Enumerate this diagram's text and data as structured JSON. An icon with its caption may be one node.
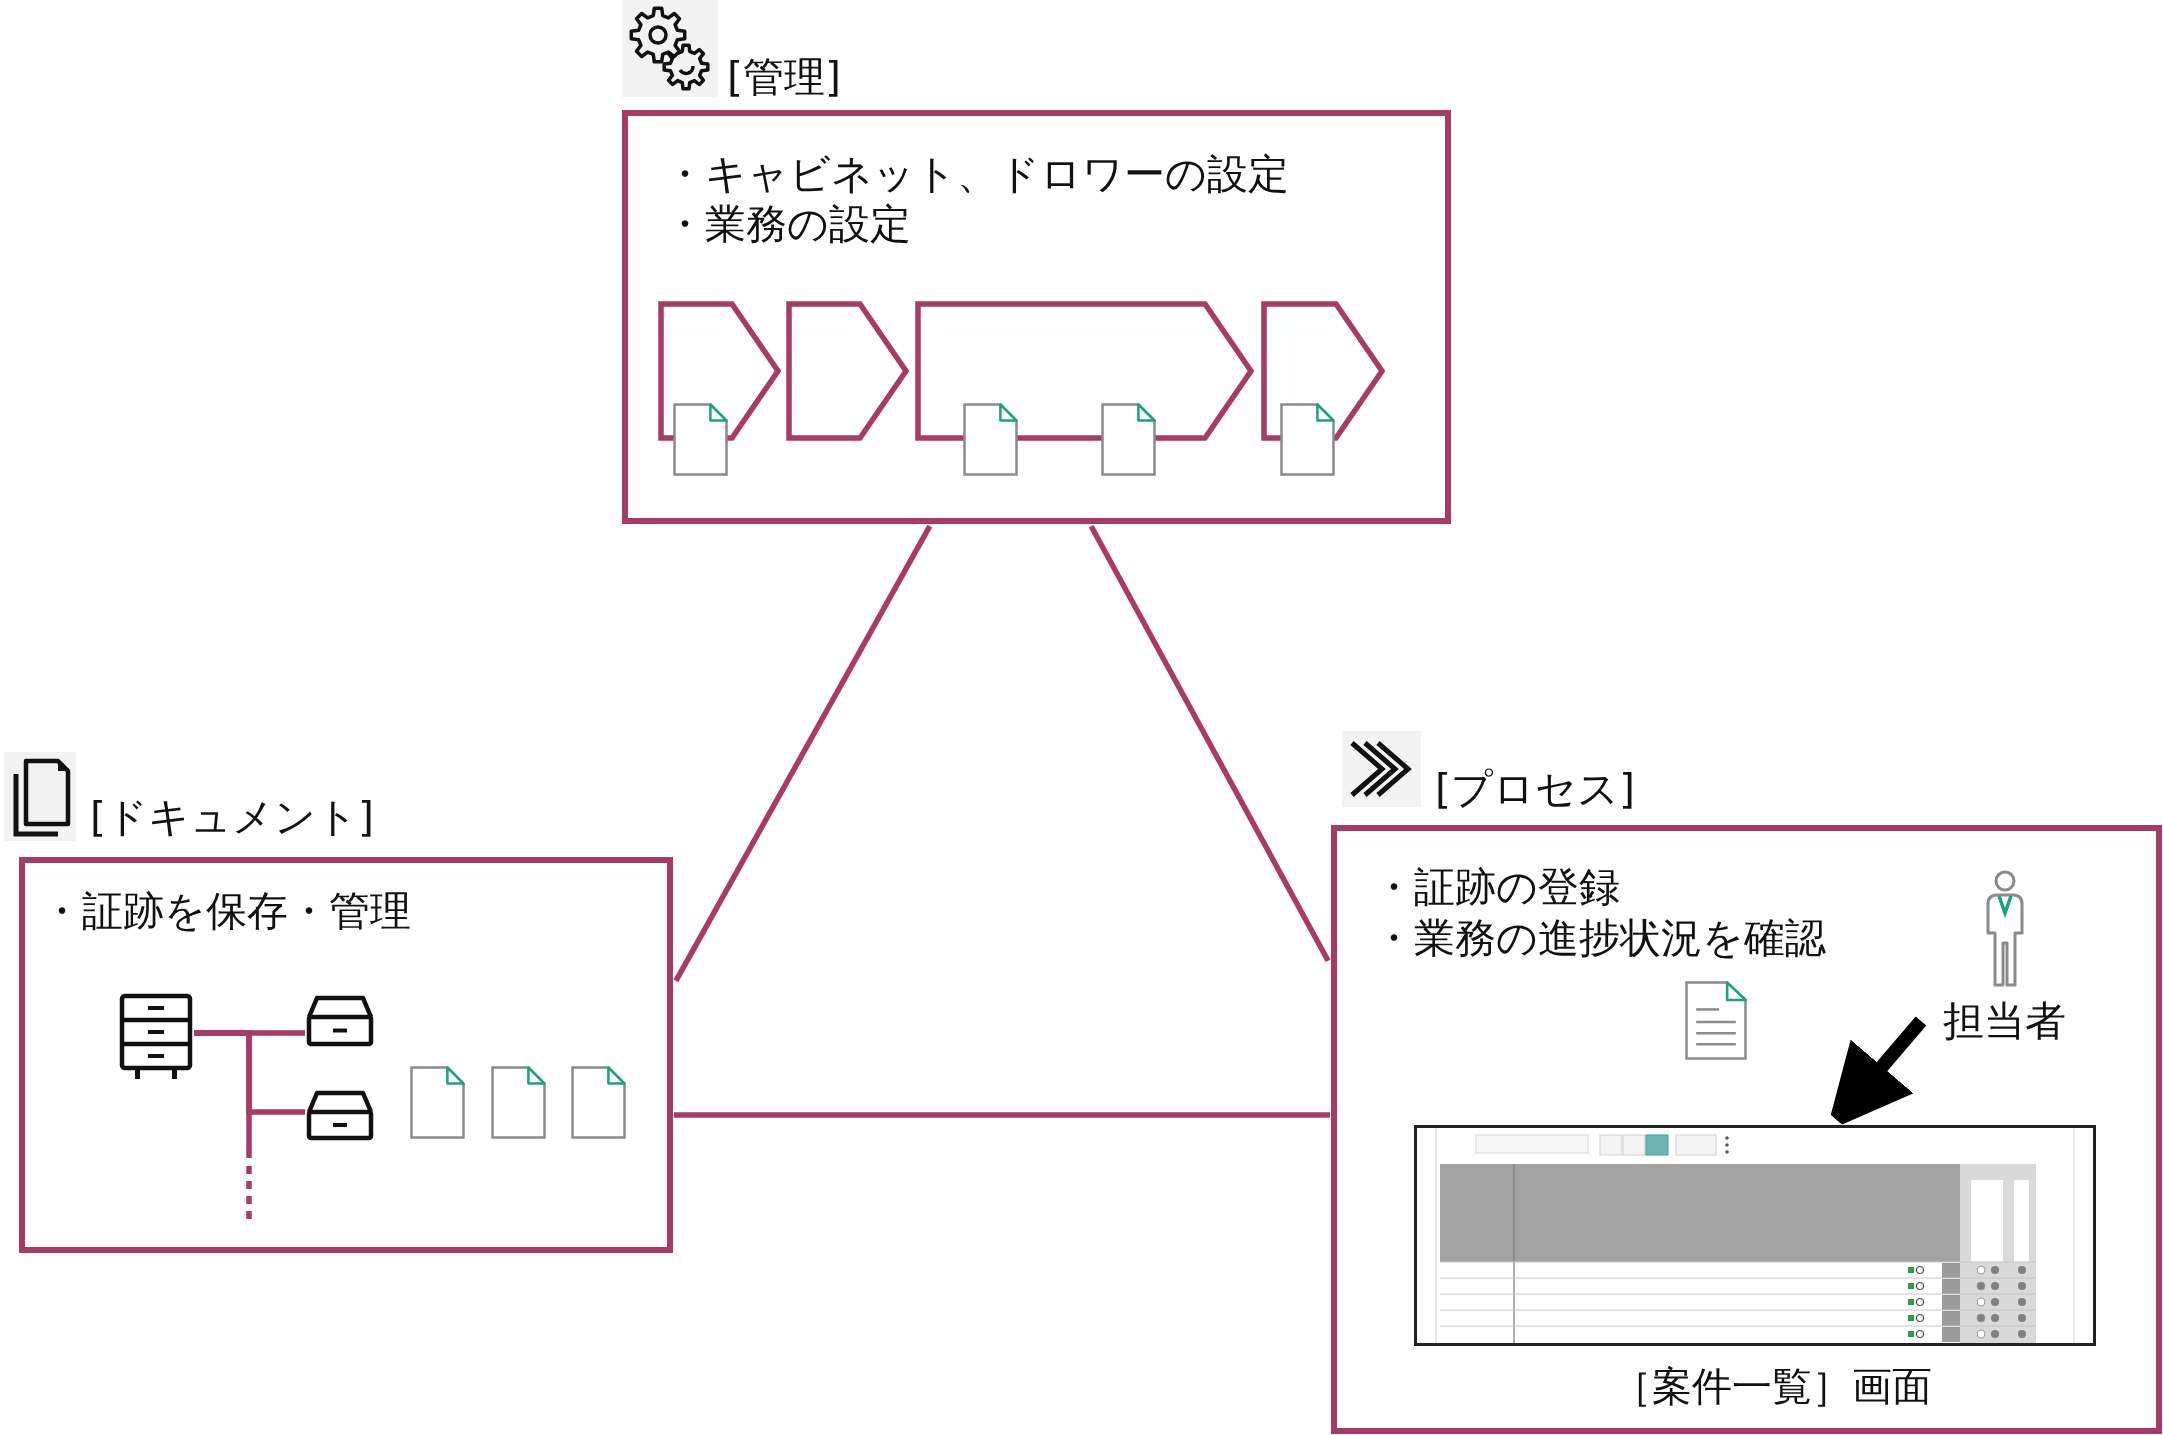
{
  "diagram": {
    "nodes": [
      {
        "text": [
          "[管理]",
          "・キャビネット、ドロワーの設定",
          "・業務の設定"
        ]
      },
      {
        "text": [],
        "shape": "chevron",
        "in": 0
      },
      {
        "text": [],
        "shape": "chevron",
        "in": 0
      },
      {
        "text": [],
        "shape": "chevron",
        "in": 0
      },
      {
        "text": [],
        "shape": "chevron",
        "in": 0
      },
      {
        "text": [
          "[ドキュメント]",
          "・証跡を保存・管理"
        ]
      },
      {
        "text": [],
        "shape": "picture",
        "in": 5
      },
      {
        "text": [],
        "shape": "picture",
        "in": 5
      },
      {
        "text": [],
        "shape": "picture",
        "in": 5
      },
      {
        "text": [
          "[プロセス]",
          "・証跡の登録",
          "・業務の進捗状況を確認"
        ]
      },
      {
        "text": [
          "担当者"
        ],
        "in": 9
      },
      {
        "text": [],
        "shape": "picture",
        "in": 9,
        "beside": [
          "［案件一覧］画面"
        ]
      }
    ],
    "edges": [
      {
        "from": 0,
        "to": 5,
        "arrow": "none"
      },
      {
        "from": 0,
        "to": 9,
        "arrow": "none"
      },
      {
        "from": 5,
        "to": 9,
        "arrow": "none"
      },
      {
        "from": 6,
        "to": 7,
        "arrow": "none"
      },
      {
        "from": 6,
        "to": 8,
        "arrow": "none"
      },
      {
        "from": 6,
        "to": null,
        "arrow": "none",
        "style": "dashed"
      },
      {
        "from": 10,
        "to": 11,
        "arrow": "to",
        "style": "thick",
        "color": "#000000"
      }
    ]
  }
}
